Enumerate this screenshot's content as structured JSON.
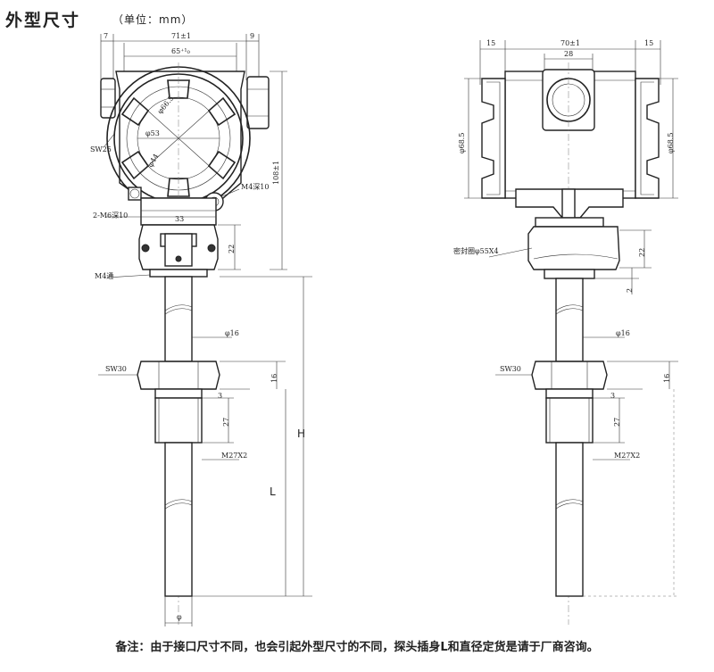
{
  "header": {
    "title": "外型尺寸",
    "unit": "（单位：mm）"
  },
  "front": {
    "top_7": "7",
    "top_71": "71±1",
    "top_65": "65⁺¹₀",
    "top_9": "9",
    "sw25": "SW25",
    "phi66": "φ66.5",
    "phi53": "φ53",
    "phi44": "φ44",
    "m4deep": "M4深10",
    "dim108": "108±1",
    "dim33": "33",
    "m6": "2-M6深10",
    "dim22": "22",
    "m4through": "M4通",
    "phi16": "φ16",
    "sw30": "SW30",
    "dim16": "16",
    "dim3": "3",
    "dim27": "27",
    "m27": "M27X2",
    "H": "H",
    "L": "L",
    "phi": "φ"
  },
  "side": {
    "top_15a": "15",
    "top_70": "70±1",
    "top_28": "28",
    "top_15b": "15",
    "phi68a": "φ68.5",
    "phi68b": "φ68.5",
    "seal": "密封圈φ55X4",
    "dim22": "22",
    "dim2": "2",
    "phi16": "φ16",
    "sw30": "SW30",
    "dim16": "16",
    "dim3": "3",
    "dim27": "27",
    "m27": "M27X2"
  },
  "footer": {
    "note": "备注：由于接口尺寸不同，也会引起外型尺寸的不同，探头插身L和直径定货是请于厂商咨询。"
  }
}
